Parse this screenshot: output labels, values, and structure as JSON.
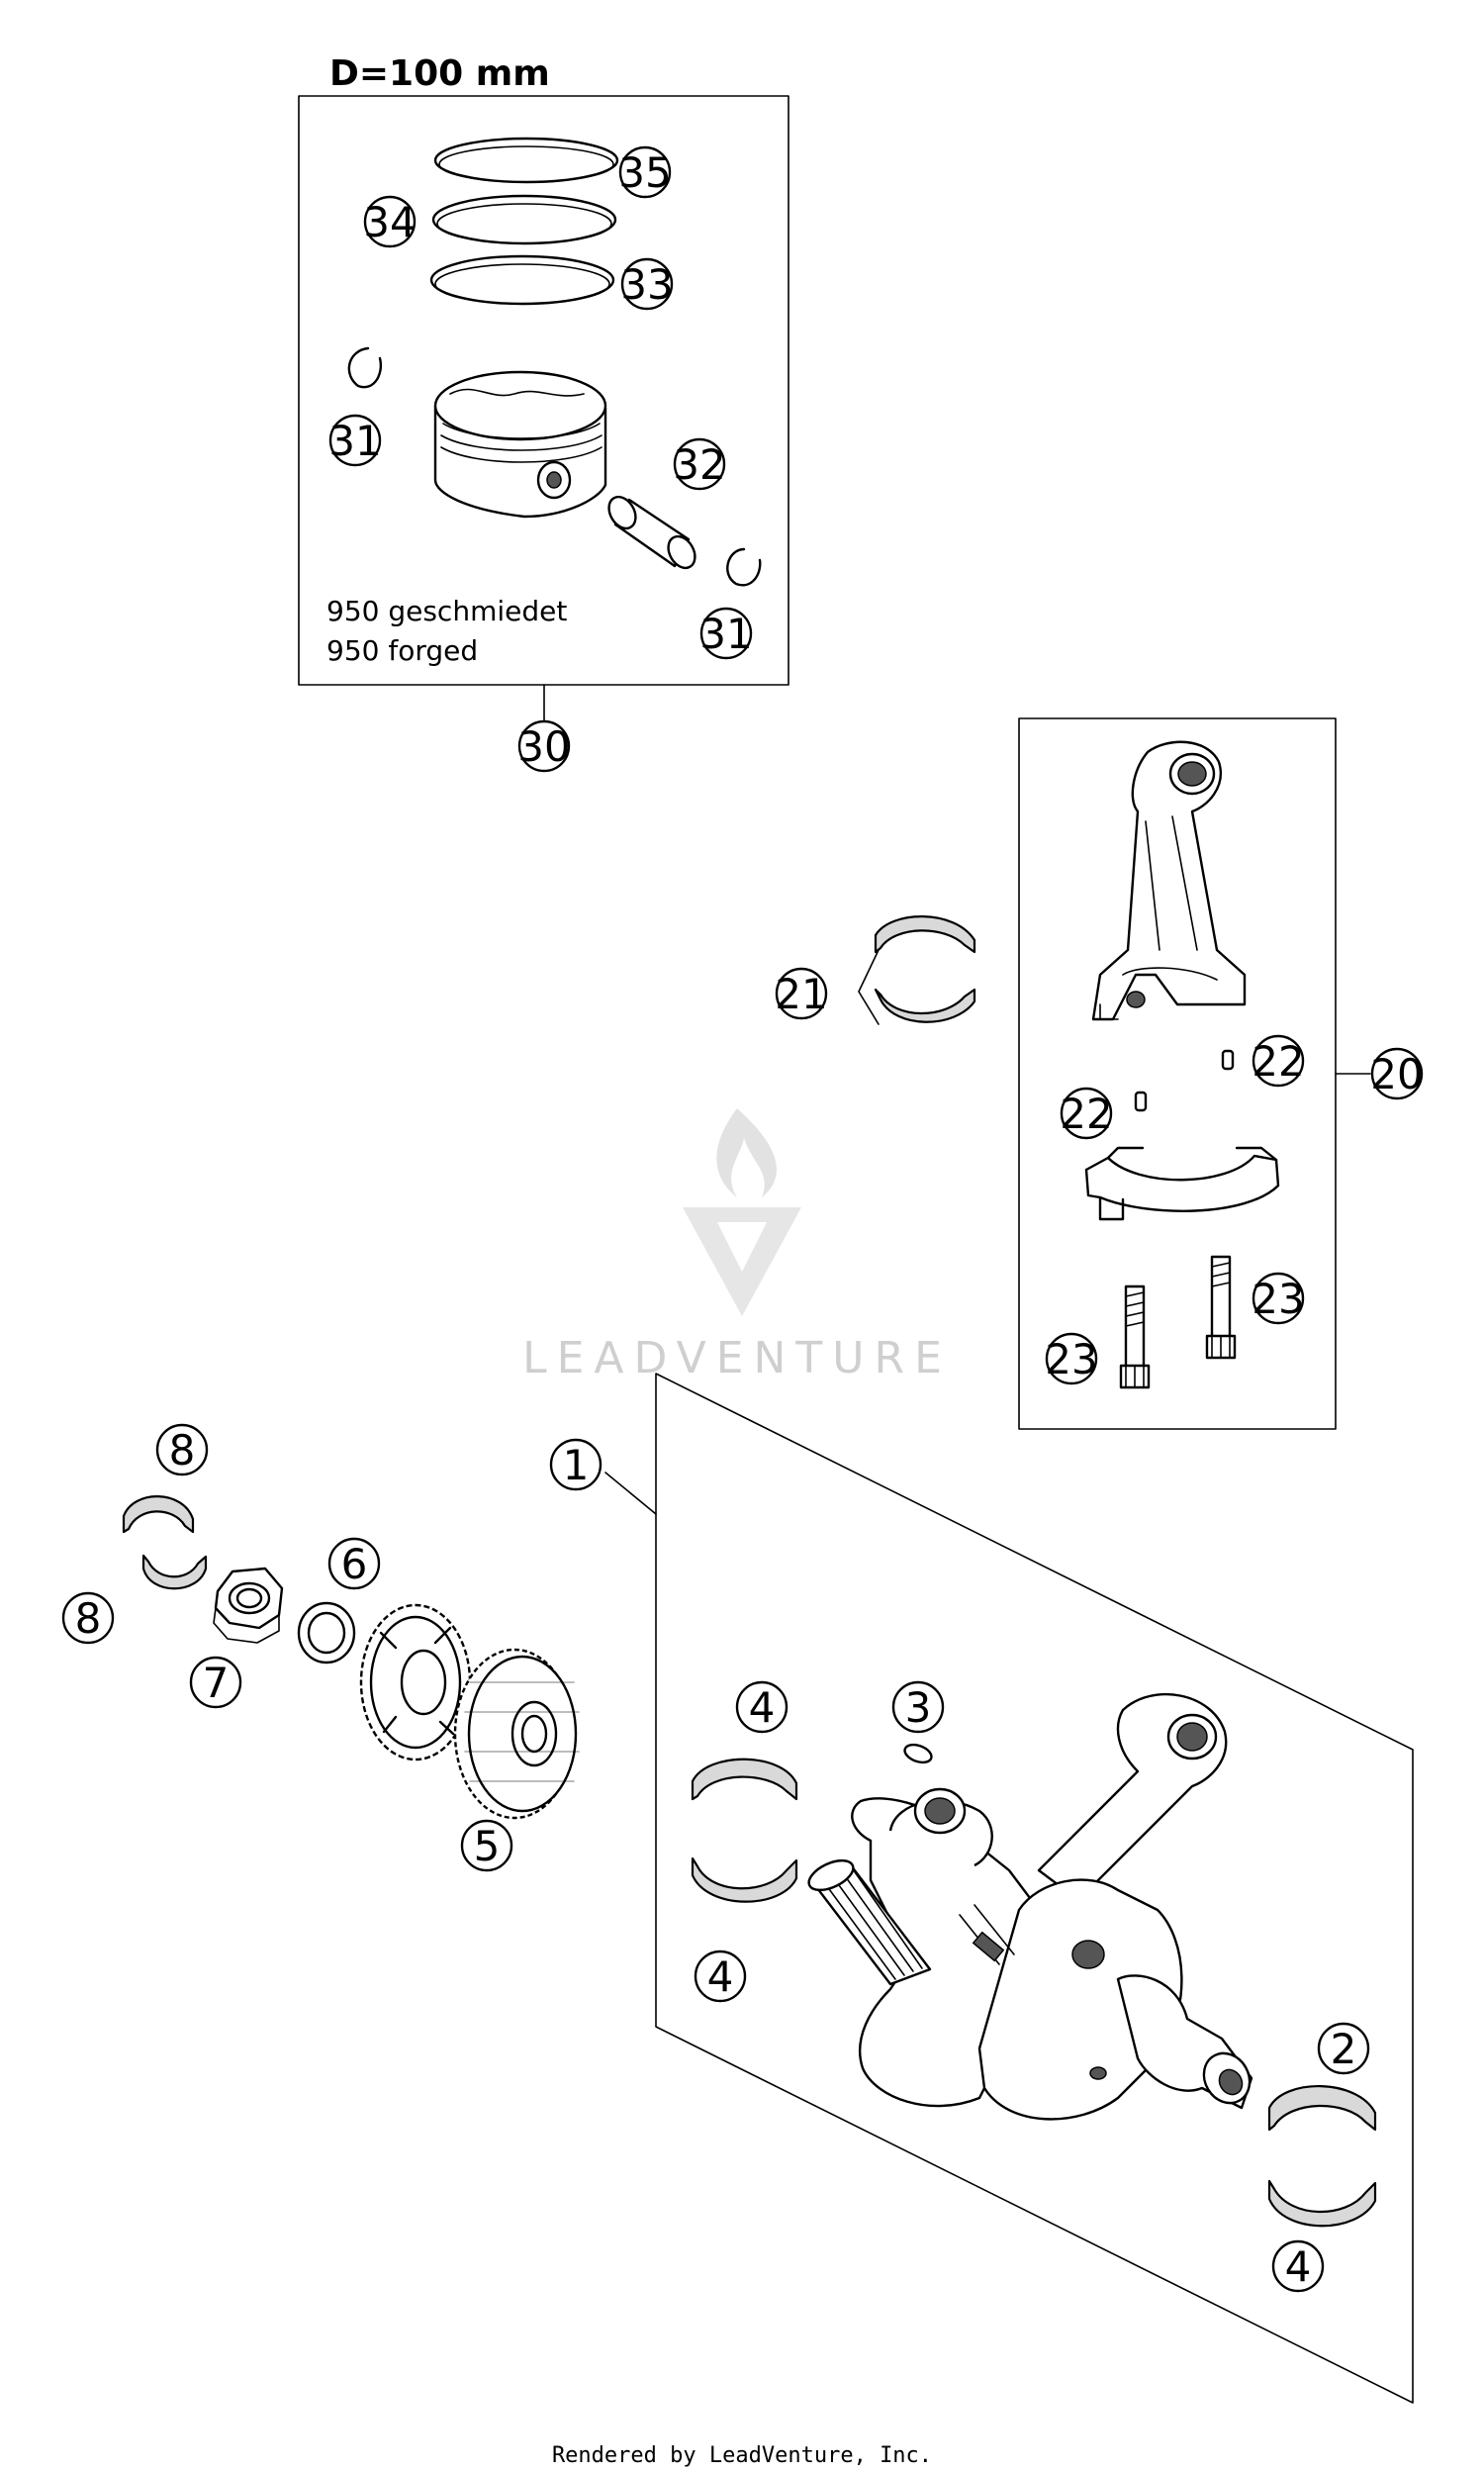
{
  "diagram": {
    "piston_box": {
      "title": "D=100 mm",
      "note_de": "950 geschmiedet",
      "note_en": "950 forged"
    },
    "callouts": {
      "c30": "30",
      "c31a": "31",
      "c31b": "31",
      "c32": "32",
      "c33": "33",
      "c34": "34",
      "c35": "35",
      "c20": "20",
      "c21": "21",
      "c22a": "22",
      "c22b": "22",
      "c23a": "23",
      "c23b": "23",
      "c1": "1",
      "c2": "2",
      "c3": "3",
      "c4a": "4",
      "c4b": "4",
      "c4c": "4",
      "c5": "5",
      "c6": "6",
      "c7": "7",
      "c8a": "8",
      "c8b": "8"
    },
    "watermark": "LEADVENTURE",
    "footer": "Rendered by LeadVenture, Inc."
  }
}
